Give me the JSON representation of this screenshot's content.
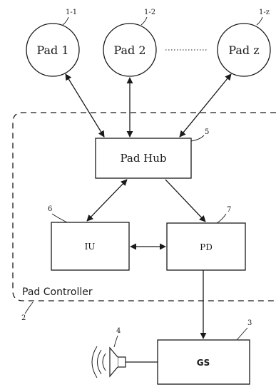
{
  "pads": [
    {
      "label": "Pad 1",
      "ref": "1-1"
    },
    {
      "label": "Pad 2",
      "ref": "1-2"
    },
    {
      "label": "Pad z",
      "ref": "1-z"
    }
  ],
  "hub": {
    "label": "Pad Hub",
    "ref": "5"
  },
  "iu": {
    "label": "IU",
    "ref": "6"
  },
  "pd": {
    "label": "PD",
    "ref": "7"
  },
  "controller": {
    "label": "Pad Controller",
    "ref": "2"
  },
  "gs": {
    "label": "GS",
    "ref": "3"
  },
  "speaker": {
    "ref": "4"
  },
  "colors": {
    "stroke": "#1a1a1a",
    "background": "#ffffff"
  }
}
